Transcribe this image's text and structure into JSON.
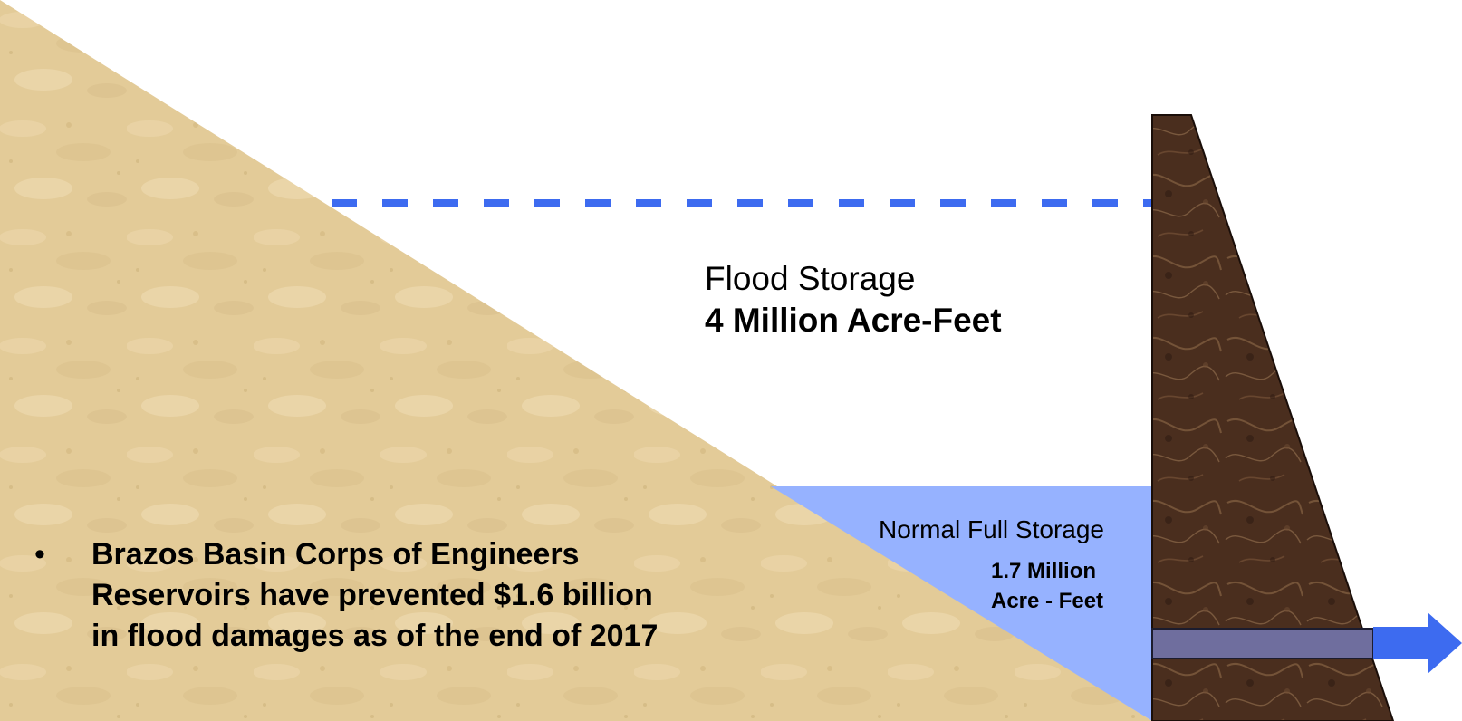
{
  "flood_storage": {
    "title": "Flood Storage",
    "value": "4 Million Acre-Feet"
  },
  "normal_storage": {
    "title": "Normal Full Storage",
    "value_line1": "1.7 Million",
    "value_line2": "Acre - Feet"
  },
  "bullet": {
    "marker": "•",
    "text": "Brazos Basin Corps of Engineers Reservoirs have prevented $1.6 billion in flood damages as of the end of 2017"
  },
  "colors": {
    "ground": "#E3CB98",
    "dam": "#4A2E1E",
    "flood_line": "#3D6BF0",
    "normal_water": "#96B2FF",
    "outlet_pipe": "#6F6E9E",
    "outflow_arrow": "#3D6BF0",
    "text": "#000000"
  },
  "icons": {
    "outflow": "right-arrow-icon",
    "bullet": "bullet-dot-icon"
  }
}
